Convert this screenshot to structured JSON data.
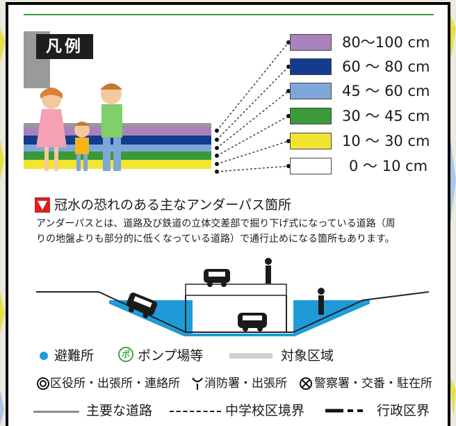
{
  "legend": {
    "title": "凡例",
    "depth_ranges": [
      {
        "label": "80～100 cm",
        "color": "#a982bd"
      },
      {
        "label": "60 ～ 80 cm",
        "color": "#133c8f"
      },
      {
        "label": "45 ～ 60 cm",
        "color": "#7fa6d8"
      },
      {
        "label": "30 ～ 45 cm",
        "color": "#3a9a3a"
      },
      {
        "label": "10 ～ 30 cm",
        "color": "#f2e531"
      },
      {
        "label": "0 ～ 10 cm",
        "color": "#ffffff"
      }
    ]
  },
  "underpass": {
    "heading": "冠水の恐れのある主なアンダーパス箇所",
    "description_line1": "アンダーパスとは、道路及び鉄道の立体交差部で掘り下げ式になっている道路（周",
    "description_line2": "りの地盤よりも部分的に低くなっている道路）で通行止めになる箇所もあります。",
    "marker_color": "#d92020",
    "water_color": "#1e9bd7"
  },
  "symbols": {
    "shelter": "避難所",
    "pump": "ポンプ場等",
    "target_area": "対象区域",
    "ward_office": "区役所・出張所・連絡所",
    "fire_station": "消防署・出張所",
    "police": "警察署・交番・駐在所",
    "main_road": "主要な道路",
    "school_boundary": "中学校区境界",
    "admin_boundary": "行政区界",
    "pump_glyph": "ポ",
    "shelter_color": "#1e9bd7",
    "pump_color": "#3aa53a"
  }
}
